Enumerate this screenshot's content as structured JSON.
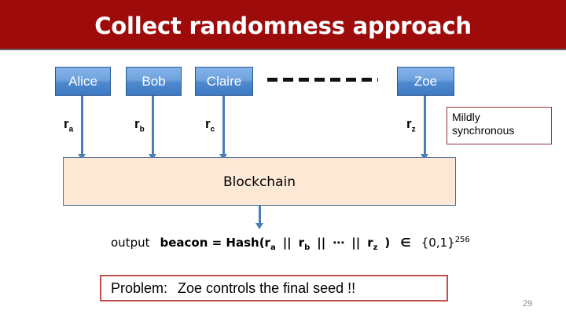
{
  "slide": {
    "title": "Collect randomness approach",
    "banner_color": "#9e0b0b",
    "page_number": "29"
  },
  "parties": [
    {
      "name": "Alice",
      "label": "Alice",
      "randomness": "r",
      "randomness_sub": "a"
    },
    {
      "name": "Bob",
      "label": "Bob",
      "randomness": "r",
      "randomness_sub": "b"
    },
    {
      "name": "Claire",
      "label": "Claire",
      "randomness": "r",
      "randomness_sub": "c"
    },
    {
      "name": "Zoe",
      "label": "Zoe",
      "randomness": "r",
      "randomness_sub": "z"
    }
  ],
  "note": {
    "line1": "Mildly",
    "line2": "synchronous",
    "border_color": "#8c3a3a"
  },
  "blockchain": {
    "label": "Blockchain",
    "fill_color": "#fce8d5",
    "border_color": "#4f6f96"
  },
  "formula": {
    "output_word": "output",
    "beacon": "beacon = Hash(",
    "r": "r",
    "sub_a": "a",
    "sub_b": "b",
    "sub_z": "z",
    "sep": "||",
    "ellipsis": "⋯",
    "close_paren": ")",
    "membership": "∈",
    "range": "{0,1}",
    "exponent": "256"
  },
  "problem": {
    "label": "Problem:",
    "text": "Zoe controls the final seed !!",
    "border_color": "#c0504d"
  },
  "arrow_color": "#4a7ebb"
}
